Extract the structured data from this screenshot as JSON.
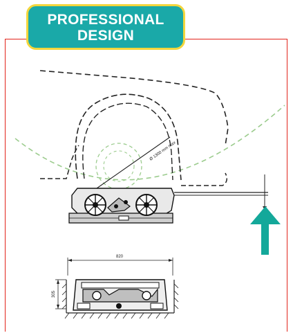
{
  "badge": {
    "line1": "PROFESSIONAL",
    "line2": "DESIGN"
  },
  "drawing": {
    "diameter_label": "Ø 1300 mm max",
    "width_dim": "820",
    "height_dim": "305"
  },
  "colors": {
    "frame": "#e2231a",
    "badge_bg": "#1aa9a8",
    "badge_border": "#f3d63c",
    "arrow": "#14a89a",
    "arc": "#9ccc8e"
  },
  "icons": [
    "arrow-up-icon"
  ]
}
